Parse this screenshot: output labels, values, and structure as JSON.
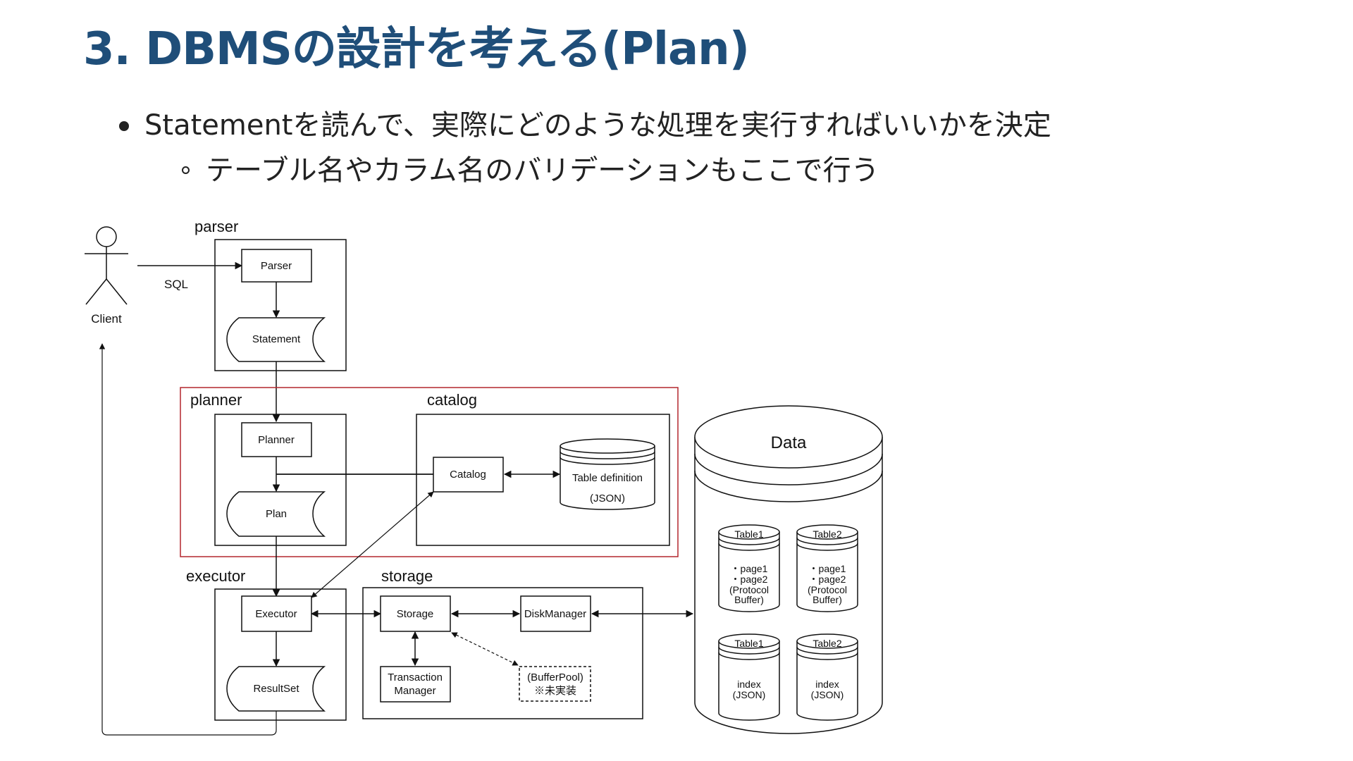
{
  "slide": {
    "title": "3. DBMSの設計を考える(Plan)",
    "bullet1": "Statementを読んで、実際にどのような処理を実行すればいいかを決定",
    "bullet1_sub": "テーブル名やカラム名のバリデーションもここで行う"
  },
  "diagram": {
    "client_label": "Client",
    "sql_label": "SQL",
    "sections": {
      "parser": "parser",
      "planner": "planner",
      "catalog": "catalog",
      "executor": "executor",
      "storage": "storage"
    },
    "nodes": {
      "parser": "Parser",
      "statement": "Statement",
      "planner": "Planner",
      "plan": "Plan",
      "catalog": "Catalog",
      "table_def_line1": "Table definition",
      "table_def_line2": "(JSON)",
      "executor": "Executor",
      "resultset": "ResultSet",
      "storage": "Storage",
      "diskmanager": "DiskManager",
      "txn_line1": "Transaction",
      "txn_line2": "Manager",
      "bufferpool_line1": "(BufferPool)",
      "bufferpool_line2": "※未実装"
    },
    "data_store": {
      "title": "Data",
      "table1_pages": {
        "name": "Table1",
        "line1": "・page1",
        "line2": "・page2",
        "line3": "(Protocol",
        "line4": "Buffer)"
      },
      "table2_pages": {
        "name": "Table2",
        "line1": "・page1",
        "line2": "・page2",
        "line3": "(Protocol",
        "line4": "Buffer)"
      },
      "table1_index": {
        "name": "Table1",
        "line1": "index",
        "line2": "(JSON)"
      },
      "table2_index": {
        "name": "Table2",
        "line1": "index",
        "line2": "(JSON)"
      }
    },
    "colors": {
      "planner_highlight": "#b3262d",
      "stroke": "#111111"
    }
  }
}
